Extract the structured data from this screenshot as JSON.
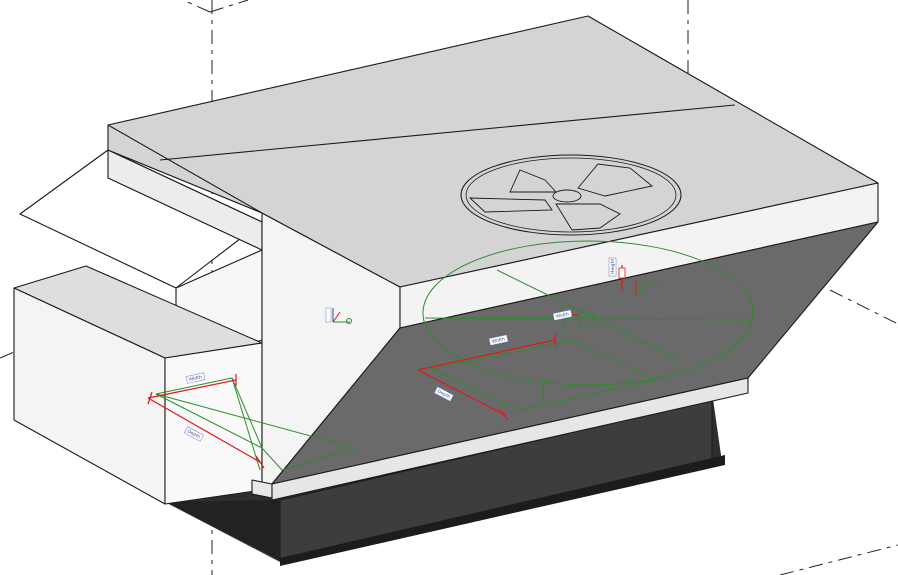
{
  "view": {
    "background": "#ffffff",
    "colors": {
      "top_face": "#d4d4d4",
      "side_face": "#f3f3f3",
      "underside": "#6a6a6a",
      "base": "#3a3a3a",
      "edge": "#1a1a1a",
      "reference_plane": "#2e8b2e",
      "dimension": "#e01818"
    }
  },
  "dimension_tags": [
    {
      "id": "tag-left-top",
      "text": "Width"
    },
    {
      "id": "tag-left-bottom",
      "text": "Depth"
    },
    {
      "id": "tag-center",
      "text": "Width"
    },
    {
      "id": "tag-center-lower",
      "text": "Depth"
    },
    {
      "id": "tag-fan",
      "text": "Width"
    },
    {
      "id": "tag-fan-vertical",
      "text": "Height"
    }
  ],
  "icons": [
    "fan-icon",
    "connector-icon",
    "origin-icon"
  ]
}
